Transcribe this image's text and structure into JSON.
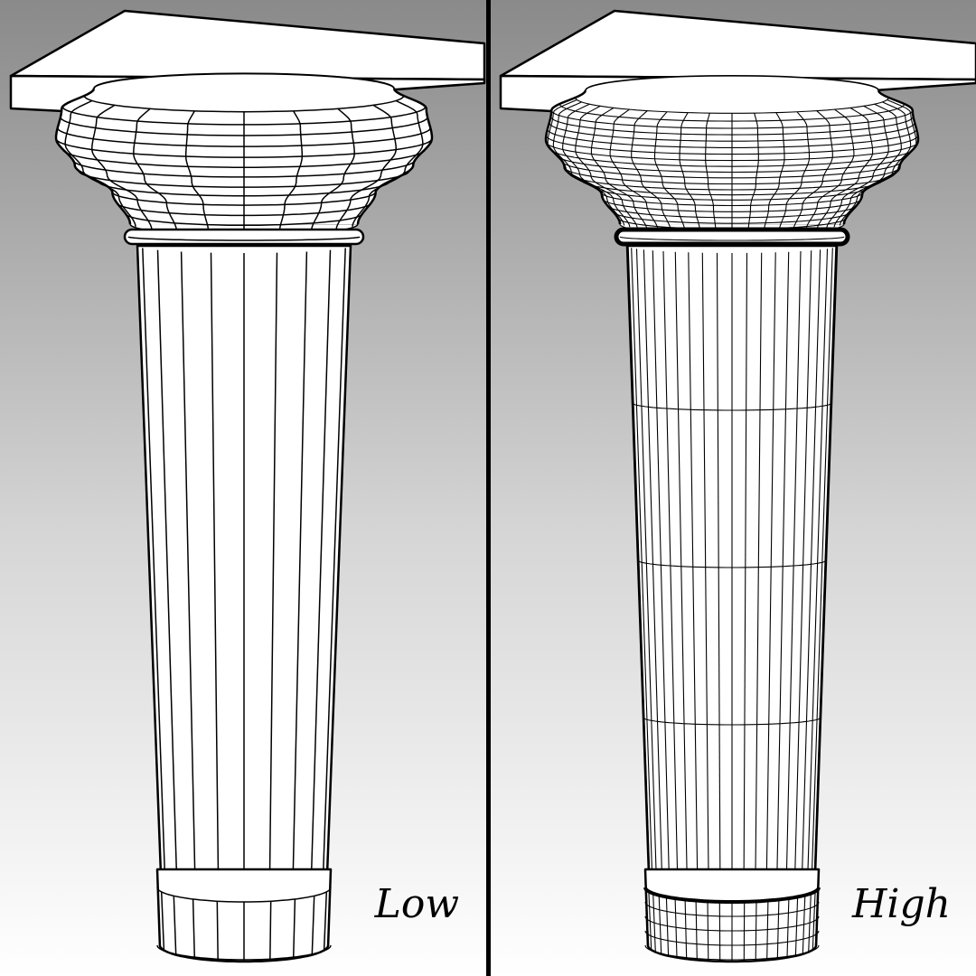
{
  "figure": {
    "panels": [
      {
        "id": "low",
        "label": "Low"
      },
      {
        "id": "high",
        "label": "High"
      }
    ],
    "colors": {
      "background_top": "#8a8a8a",
      "background_bottom": "#ffffff",
      "wire": "#000000",
      "surface": "#ffffff",
      "divider": "#000000"
    }
  }
}
